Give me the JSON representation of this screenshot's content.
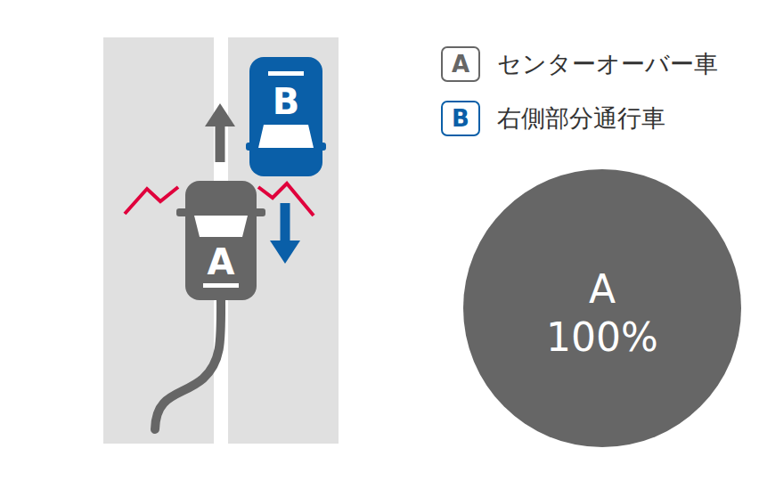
{
  "diagram": {
    "nodes": [
      {
        "text": [
          "A"
        ]
      },
      {
        "text": [
          "B"
        ]
      },
      {
        "text": [
          "A"
        ]
      },
      {
        "text": [
          "B"
        ]
      },
      {
        "text": [
          "A",
          "100%"
        ]
      }
    ],
    "legend": [
      {
        "text": "センターオーバー車"
      },
      {
        "text": "右側部分通行車"
      }
    ]
  }
}
